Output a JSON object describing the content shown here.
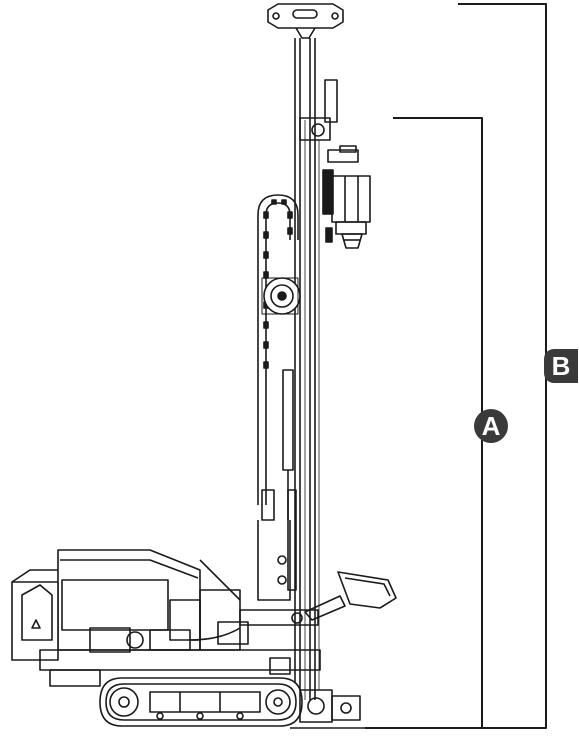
{
  "diagram": {
    "subject": "drilling-rig-side-elevation",
    "dimensions": [
      {
        "id": "A",
        "label": "A",
        "measures": "height-from-ground-to-rotary-head"
      },
      {
        "id": "B",
        "label": "B",
        "measures": "overall-height-to-mast-top"
      }
    ],
    "colors": {
      "line": "#1a1a1a",
      "badge": "#3a3a3a",
      "badge_text": "#ffffff",
      "background": "#ffffff"
    }
  }
}
